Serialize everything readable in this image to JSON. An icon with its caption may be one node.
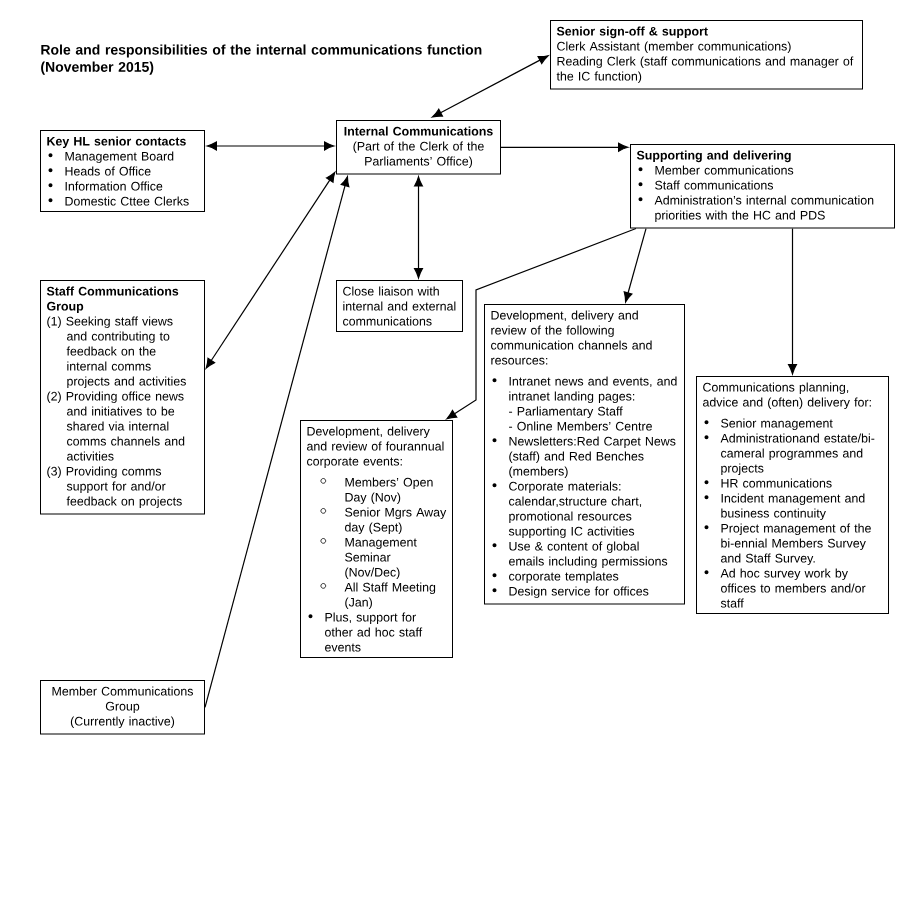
{
  "diagram": {
    "title": "Role and responsibilities of the internal communications function (November 2015)",
    "nodes": [
      {
        "text": [
          "Senior sign-off & support",
          "Clerk Assistant (member communications)",
          "Reading Clerk (staff communications and manager of the IC function)"
        ]
      },
      {
        "text": [
          "Key HL senior contacts",
          "Management Board",
          "Heads of Office",
          "Information Office",
          "Domestic Cttee Clerks"
        ]
      },
      {
        "text": [
          "Internal Communications",
          "(Part of the Clerk of the Parliaments’ Office)"
        ]
      },
      {
        "text": [
          "Supporting and delivering",
          "Member communications",
          "Staff communications",
          "Administration’s internal communication priorities with the HC and PDS"
        ]
      },
      {
        "text": [
          "Staff Communications Group",
          "(1) Seeking staff views and contributing to feedback on the internal comms projects and activities",
          "(2) Providing office news and initiatives to be shared via internal comms channels and activities",
          "(3) Providing comms support for and/or feedback on projects"
        ]
      },
      {
        "text": [
          "Close liaison with internal and external communications"
        ]
      },
      {
        "text": [
          "Development, delivery and review of the following communication channels and resources:",
          "Intranet news and events, and intranet landing pages:",
          "- Parliamentary Staff",
          "- Online Members’ Centre",
          "Newsletters:Red Carpet News (staff) and Red Benches (members)",
          "Corporate materials: calendar,structure chart, promotional resources supporting IC activities",
          "Use & content of global emails including permissions",
          "corporate templates",
          "Design service for offices"
        ]
      },
      {
        "text": [
          "Communications planning, advice and (often) delivery for:",
          "Senior management",
          "Administrationand estate/bi-cameral programmes and projects",
          "HR communications",
          "Incident management and business continuity",
          "Project management of the bi-ennial Members Survey and Staff Survey.",
          "Ad hoc survey work by offices to members and/or staff"
        ]
      },
      {
        "text": [
          "Development, delivery and review of fourannual corporate events:",
          "Members’ Open Day (Nov)",
          "Senior Mgrs Away day (Sept)",
          "Management Seminar (Nov/Dec)",
          "All Staff Meeting (Jan)",
          "Plus, support for other ad hoc staff events"
        ]
      },
      {
        "text": [
          "Member Communications Group",
          "(Currently inactive)"
        ]
      }
    ],
    "edges": [
      {
        "from": 2,
        "to": 0,
        "arrow": "both"
      },
      {
        "from": 1,
        "to": 2,
        "arrow": "both"
      },
      {
        "from": 2,
        "to": 3,
        "arrow": "to"
      },
      {
        "from": 2,
        "to": 5,
        "arrow": "both"
      },
      {
        "from": 4,
        "to": 2,
        "arrow": "both"
      },
      {
        "from": 9,
        "to": 2,
        "arrow": "to"
      },
      {
        "from": 3,
        "to": 6,
        "arrow": "to"
      },
      {
        "from": 3,
        "to": 8,
        "arrow": "to"
      },
      {
        "from": 3,
        "to": 7,
        "arrow": "to"
      }
    ]
  }
}
